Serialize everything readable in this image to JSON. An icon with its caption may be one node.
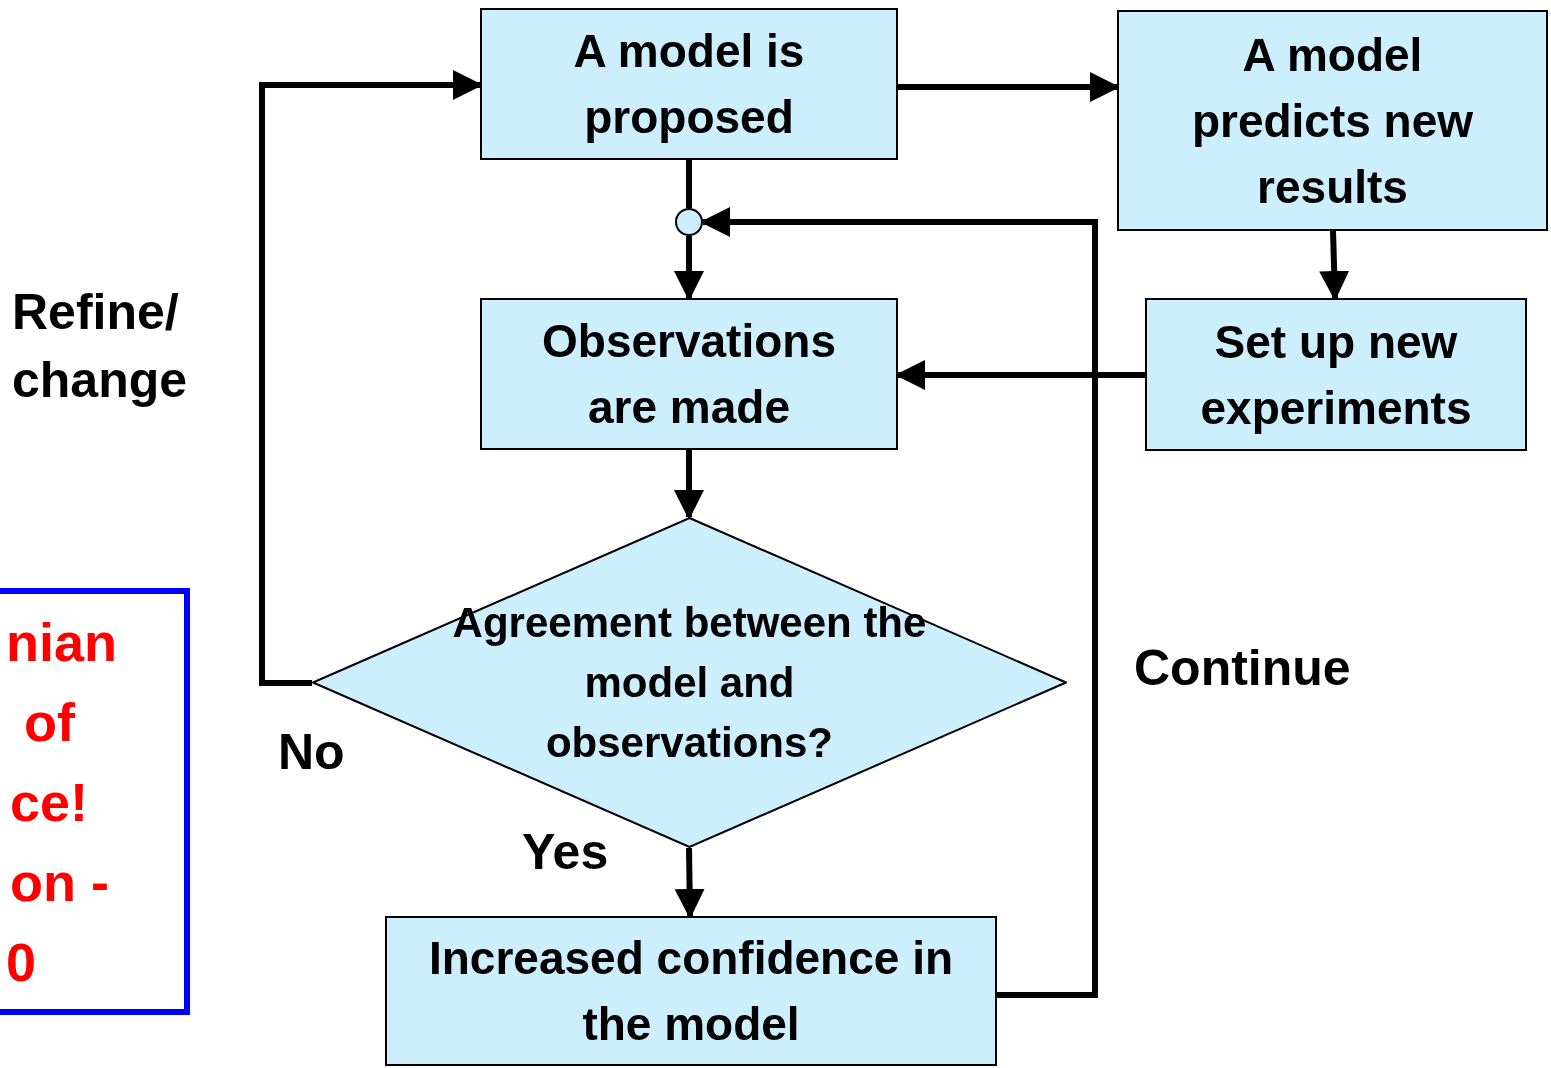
{
  "diagram": {
    "nodes": [
      {
        "text": [
          "A model is proposed"
        ]
      },
      {
        "text": [
          "A model predicts new results"
        ]
      },
      {
        "text": [],
        "shape": "circle"
      },
      {
        "text": [
          "Observations are made"
        ]
      },
      {
        "text": [
          "Set up new experiments"
        ]
      },
      {
        "text": [
          "Agreement between the model and observations?"
        ]
      },
      {
        "text": [
          "Increased confidence in the model"
        ]
      },
      {
        "text": [
          "nian",
          "of",
          "ce!",
          "on -",
          "0"
        ]
      }
    ],
    "edges": [
      {
        "from": 0,
        "to": 1,
        "arrow": "to"
      },
      {
        "from": 1,
        "to": 4,
        "arrow": "to"
      },
      {
        "from": 4,
        "to": 3,
        "arrow": "to"
      },
      {
        "from": 0,
        "to": 2,
        "arrow": "none"
      },
      {
        "from": 2,
        "to": 3,
        "arrow": "to"
      },
      {
        "from": 3,
        "to": 5,
        "arrow": "to"
      },
      {
        "from": 5,
        "to": 0,
        "arrow": "to"
      },
      {
        "from": 5,
        "to": 6,
        "arrow": "to"
      },
      {
        "from": 6,
        "to": 2,
        "arrow": "to"
      }
    ],
    "labels": [
      "Refine/ change",
      "No",
      "Yes",
      "Continue"
    ]
  }
}
